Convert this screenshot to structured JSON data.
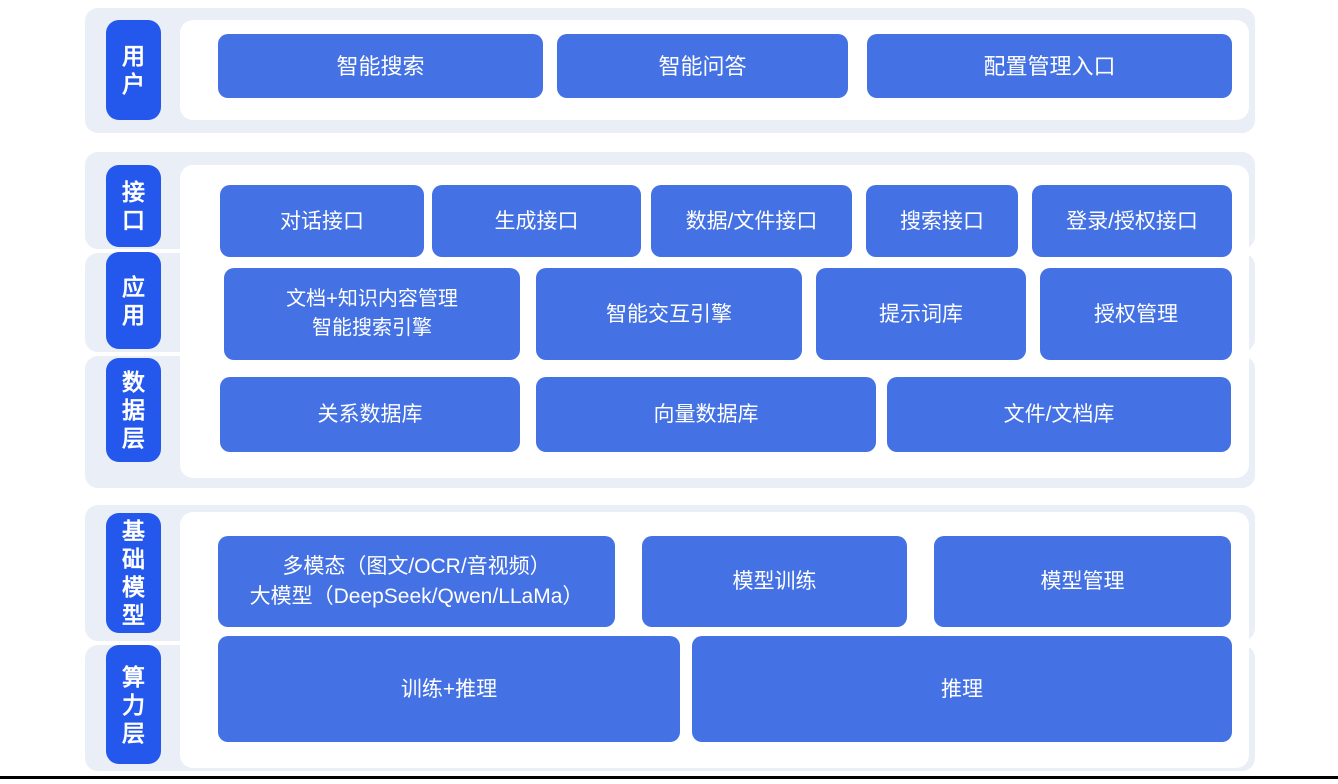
{
  "colors": {
    "label_blue": "#2457ec",
    "button_blue": "#4471e3",
    "group_bg": "#e9eef7",
    "panel_bg": "#ffffff",
    "text": "#ffffff",
    "baseline": "#000000"
  },
  "sections": {
    "user": {
      "label": "用户",
      "buttons": {
        "smart_search": "智能搜索",
        "smart_qa": "智能问答",
        "config_entry": "配置管理入口"
      }
    },
    "middle": {
      "labels": {
        "interface": "接口",
        "application": "应用",
        "data_layer": "数据层"
      },
      "row_interface": {
        "dialog": "对话接口",
        "generate": "生成接口",
        "data_file": "数据/文件接口",
        "search": "搜索接口",
        "login_auth": "登录/授权接口"
      },
      "row_application": {
        "doc_km_line1": "文档+知识内容管理",
        "doc_km_line2": "智能搜索引擎",
        "interaction_engine": "智能交互引擎",
        "prompt_library": "提示词库",
        "auth_management": "授权管理"
      },
      "row_data": {
        "relational_db": "关系数据库",
        "vector_db": "向量数据库",
        "file_doc_db": "文件/文档库"
      }
    },
    "bottom": {
      "labels": {
        "base_model": "基础模型",
        "compute_layer": "算力层"
      },
      "row_model": {
        "multimodal_line1": "多模态（图文/OCR/音视频）",
        "multimodal_line2": "大模型（DeepSeek/Qwen/LLaMa）",
        "model_training": "模型训练",
        "model_management": "模型管理"
      },
      "row_compute": {
        "train_infer": "训练+推理",
        "infer": "推理"
      }
    }
  }
}
